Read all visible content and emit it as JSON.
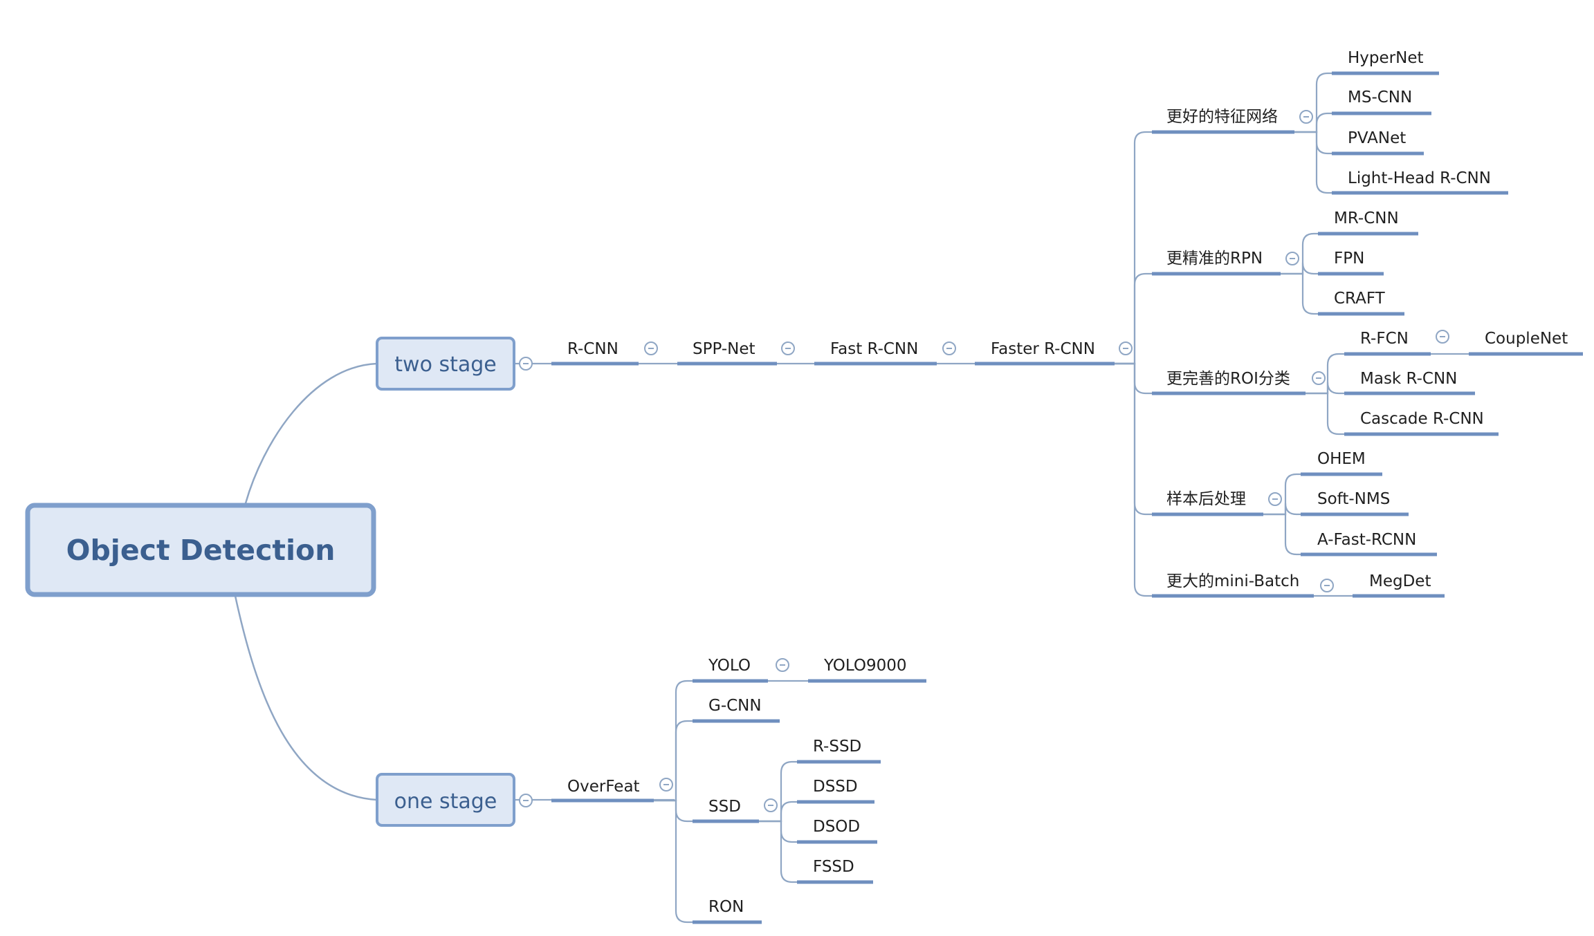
{
  "root": "Object Detection",
  "two_stage": {
    "label": "two stage",
    "chain": [
      "R-CNN",
      "SPP-Net",
      "Fast R-CNN",
      "Faster R-CNN"
    ],
    "branches": [
      {
        "label": "更好的特征网络",
        "children": [
          "HyperNet",
          "MS-CNN",
          "PVANet",
          "Light-Head R-CNN"
        ]
      },
      {
        "label": "更精准的RPN",
        "children": [
          "MR-CNN",
          "FPN",
          "CRAFT"
        ]
      },
      {
        "label": "更完善的ROI分类",
        "children": [
          "R-FCN",
          "Mask R-CNN",
          "Cascade R-CNN"
        ],
        "rfcn_child": "CoupleNet"
      },
      {
        "label": "样本后处理",
        "children": [
          "OHEM",
          "Soft-NMS",
          "A-Fast-RCNN"
        ]
      },
      {
        "label": "更大的mini-Batch",
        "children": [
          "MegDet"
        ]
      }
    ]
  },
  "one_stage": {
    "label": "one stage",
    "first": "OverFeat",
    "children": [
      "YOLO",
      "G-CNN",
      "SSD",
      "RON"
    ],
    "yolo_child": "YOLO9000",
    "ssd_children": [
      "R-SSD",
      "DSSD",
      "DSOD",
      "FSSD"
    ]
  },
  "colors": {
    "line": "#8fa6c4",
    "underline": "#6f8fbf",
    "node_fill": "#dfe8f5",
    "node_border": "#7f9fcc",
    "text": "#1f1f1f",
    "accent_text": "#3b5f8f"
  }
}
